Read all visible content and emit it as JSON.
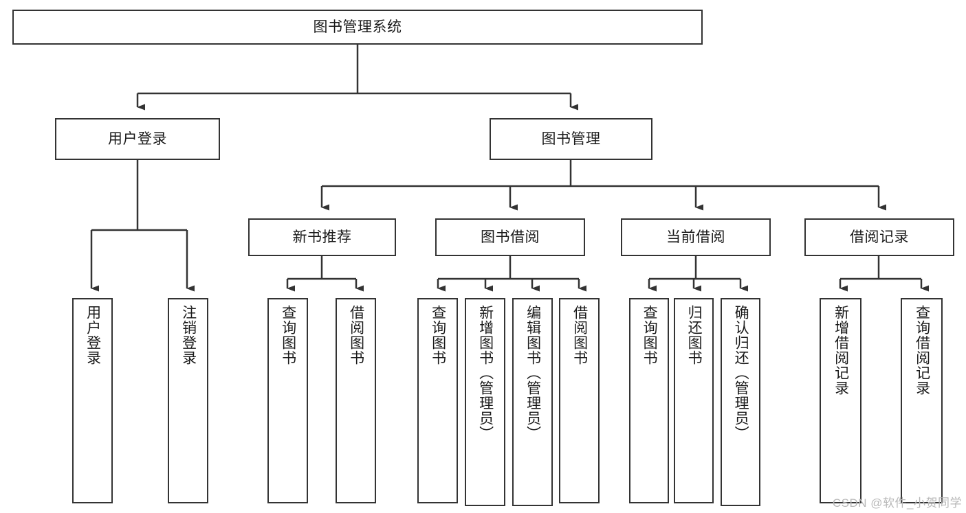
{
  "diagram": {
    "type": "tree-hierarchy-diagram",
    "title": "图书管理系统",
    "colors": {
      "stroke": "#333333",
      "fill": "#ffffff",
      "text": "#1a1a1a",
      "watermark": "#b8b8b8"
    },
    "levels": {
      "root": {
        "label": "图书管理系统"
      },
      "level2": [
        {
          "label": "用户登录"
        },
        {
          "label": "图书管理"
        }
      ],
      "level3": [
        {
          "label": "新书推荐"
        },
        {
          "label": "图书借阅"
        },
        {
          "label": "当前借阅"
        },
        {
          "label": "借阅记录"
        }
      ],
      "leaves": {
        "user_login": [
          {
            "label": "用户登录"
          },
          {
            "label": "注销登录"
          }
        ],
        "new_book_recommend": [
          {
            "label": "查询图书"
          },
          {
            "label": "借阅图书"
          }
        ],
        "book_borrow": [
          {
            "label": "查询图书"
          },
          {
            "label": "新增图书（管理员）"
          },
          {
            "label": "编辑图书（管理员）"
          },
          {
            "label": "借阅图书"
          }
        ],
        "current_borrow": [
          {
            "label": "查询图书"
          },
          {
            "label": "归还图书"
          },
          {
            "label": "确认归还（管理员）"
          }
        ],
        "borrow_record": [
          {
            "label": "新增借阅记录"
          },
          {
            "label": "查询借阅记录"
          }
        ]
      }
    },
    "watermark": "CSDN @软件_小贺同学"
  }
}
